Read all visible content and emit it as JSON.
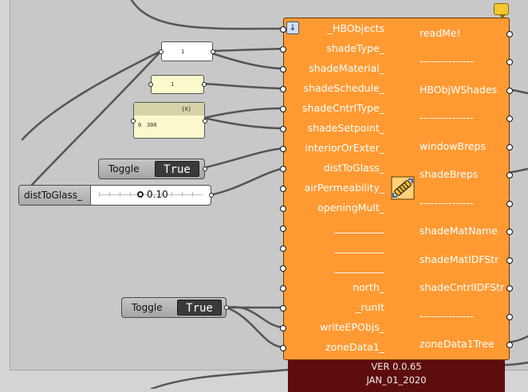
{
  "panels": {
    "shade_type": "1",
    "shade_schedule": "1",
    "setpoint_index": "{0}",
    "setpoint_row_index": "0",
    "setpoint_row_value": "300"
  },
  "toggles": [
    {
      "label": "Toggle",
      "value": "True"
    },
    {
      "label": "Toggle",
      "value": "True"
    }
  ],
  "slider": {
    "label": "distToGlass_",
    "value": "0.10"
  },
  "component": {
    "inputs": [
      "_HBObjects",
      "shadeType_",
      "shadeMaterial_",
      "shadeSchedule_",
      "shadeCntrlType_",
      "shadeSetpoint_",
      "interiorOrExter_",
      "distToGlass_",
      "airPermeability_",
      "openingMult_",
      "__________",
      "__________",
      "__________",
      "north_",
      "_runIt",
      "writeEPObjs_",
      "zoneData1_"
    ],
    "outputs": [
      "readMe!",
      "---------------",
      "HBObjWShades",
      "---------------",
      "windowBreps",
      "shadeBreps",
      "---------------",
      "shadeMatName",
      "shadeMatIDFStr",
      "shadeCntrlIDFStr",
      "---------------",
      "zoneData1Tree"
    ],
    "version": "VER 0.0.65",
    "date": "JAN_01_2020",
    "accent": "#ff9a33",
    "header_color": "#5e0d0d"
  },
  "icons": [
    "chevron-down-icon",
    "ladybug-honeybee-icon",
    "warning-balloon-icon"
  ]
}
